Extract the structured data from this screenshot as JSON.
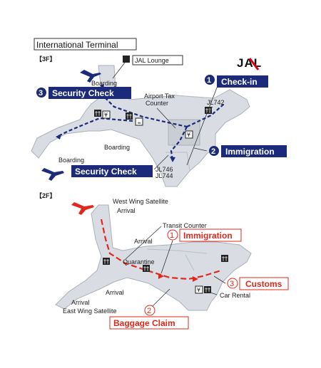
{
  "title": "International Terminal",
  "colors": {
    "navy": "#1b2a7a",
    "red": "#e0281c",
    "floor_fill": "#d9dde3",
    "floor_edge": "#aab0b8",
    "brand_red": "#d7000f"
  },
  "brand": {
    "logo": "JAL"
  },
  "floor3": {
    "label": "【3F】",
    "lounge": "JAL Lounge",
    "boarding_top": "Boarding",
    "boarding_mid": "Boarding",
    "boarding_left": "Boarding",
    "tax_counter_1": "Airport Tax",
    "tax_counter_2": "Counter",
    "flight_top": "JL742",
    "flight_bottom_1": "JL746",
    "flight_bottom_2": "JL744",
    "steps": [
      {
        "num": "1",
        "label": "Check-in"
      },
      {
        "num": "2",
        "label": "Immigration"
      },
      {
        "num": "3",
        "label": "Security Check"
      }
    ],
    "security_check_2": "Security Check",
    "icons": [
      "plane-icon",
      "plane-icon",
      "restroom-icon",
      "yen-icon",
      "restroom-icon",
      "yen-icon",
      "restroom-icon",
      "cafe-icon"
    ]
  },
  "floor2": {
    "label": "【2F】",
    "west_wing_1": "West Wing Satellite",
    "west_wing_2": "Arrival",
    "transit_counter": "Transit Counter",
    "arrival_1": "Arrival",
    "quarantine": "Quarantine",
    "arrival_2": "Arrival",
    "arrival_3": "Arrival",
    "east_wing": "East Wing Satellite",
    "car_rental": "Car Rental",
    "steps": [
      {
        "num": "1",
        "label": "Immigration"
      },
      {
        "num": "2",
        "label": "Baggage Claim"
      },
      {
        "num": "3",
        "label": "Customs"
      }
    ]
  }
}
